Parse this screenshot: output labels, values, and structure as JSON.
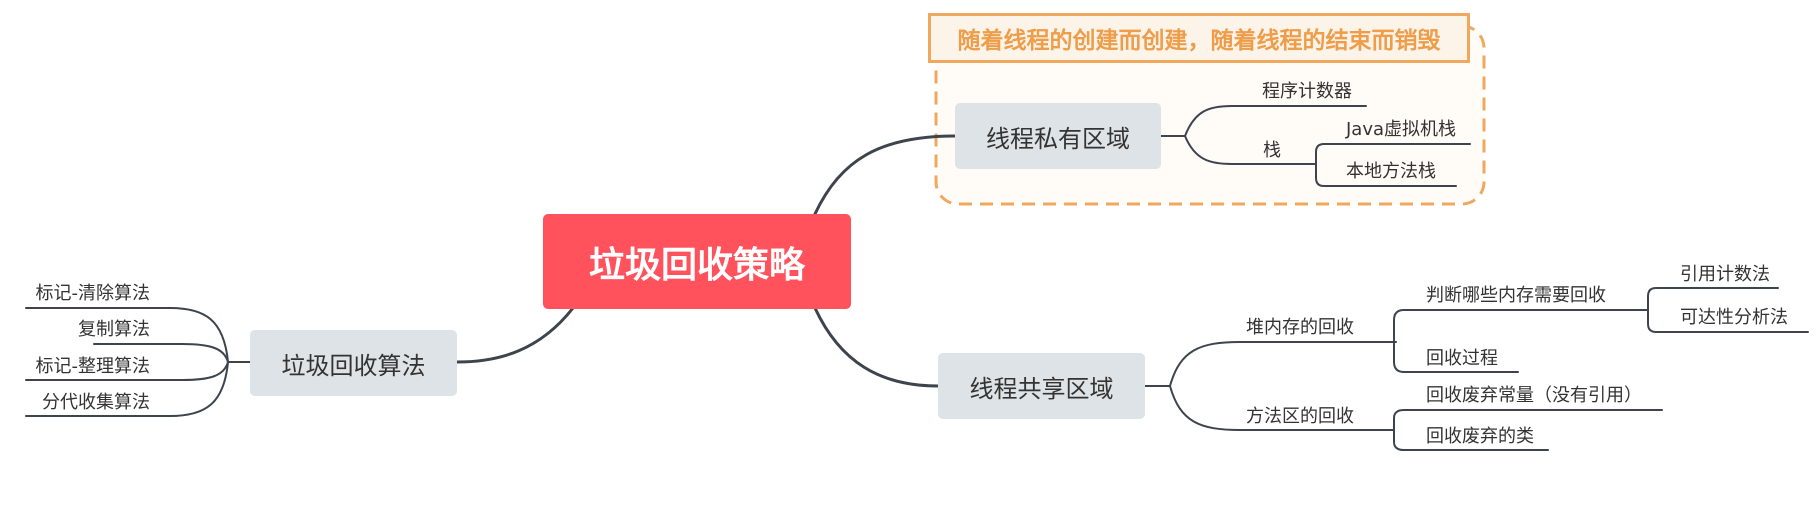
{
  "colors": {
    "root_fill": "#ff525c",
    "node_fill": "#dde3e6",
    "line": "#3d444e",
    "boundary": "#f0a85e",
    "boundary_fill": "#fffbf6"
  },
  "root": {
    "label": "垃圾回收策略"
  },
  "callout": {
    "label": "随着线程的创建而创建，随着线程的结束而销毁"
  },
  "private": {
    "label": "线程私有区域",
    "pc": "程序计数器",
    "stack": "栈",
    "java_stack": "Java虚拟机栈",
    "native_stack": "本地方法栈"
  },
  "shared": {
    "label": "线程共享区域",
    "heap": "堆内存的回收",
    "heap_judge": "判断哪些内存需要回收",
    "ref_count": "引用计数法",
    "reachability": "可达性分析法",
    "heap_process": "回收过程",
    "method": "方法区的回收",
    "const": "回收废弃常量（没有引用）",
    "class": "回收废弃的类"
  },
  "algo": {
    "label": "垃圾回收算法",
    "mark_sweep": "标记-清除算法",
    "copy": "复制算法",
    "mark_compact": "标记-整理算法",
    "generational": "分代收集算法"
  }
}
